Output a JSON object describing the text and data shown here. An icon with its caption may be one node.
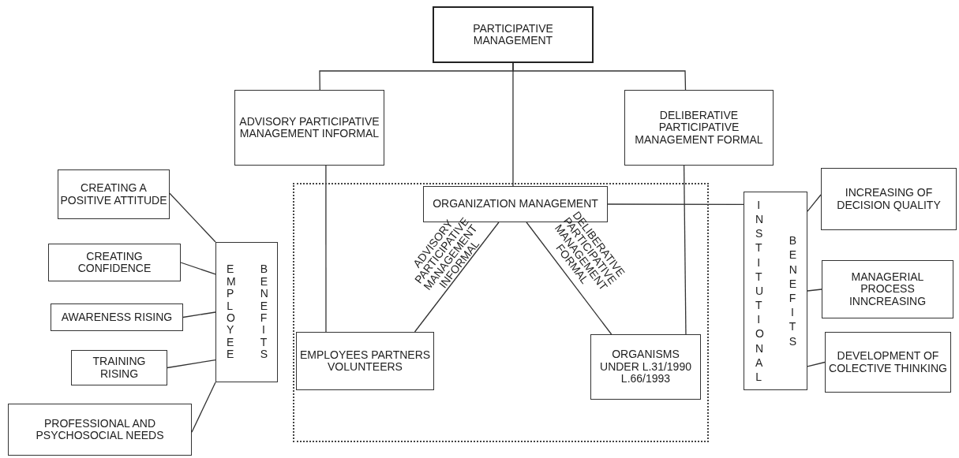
{
  "diagram": {
    "nodes": [
      {
        "text": [
          "PARTICIPATIVE MANAGEMENT"
        ]
      },
      {
        "text": [
          "ADVISORY PARTICIPATIVE MANAGEMENT INFORMAL"
        ]
      },
      {
        "text": [
          "DELIBERATIVE PARTICIPATIVE MANAGEMENT FORMAL"
        ]
      },
      {
        "text": [],
        "shape": "box"
      },
      {
        "text": [
          "ORGANIZATION MANAGEMENT"
        ],
        "in": 3
      },
      {
        "text": [
          "EMPLOYEES PARTNERS VOLUNTEERS"
        ],
        "in": 3
      },
      {
        "text": [
          "ORGANISMS UNDER L.31/1990 L.66/1993"
        ],
        "in": 3
      },
      {
        "text": [
          "CREATING A POSITIVE ATTITUDE"
        ]
      },
      {
        "text": [
          "CREATING CONFIDENCE"
        ]
      },
      {
        "text": [
          "AWARENESS RISING"
        ]
      },
      {
        "text": [
          "TRAINING RISING"
        ]
      },
      {
        "text": [
          "PROFESSIONAL AND PSYCHOSOCIAL NEEDS"
        ]
      },
      {
        "text": [
          "EMPLOYEE",
          "BENEFITS"
        ]
      },
      {
        "text": [
          "INSTITUTIONAL",
          "BENEFITS"
        ]
      },
      {
        "text": [
          "INCREASING OF DECISION QUALITY"
        ]
      },
      {
        "text": [
          "MANAGERIAL PROCESS INNCREASING"
        ]
      },
      {
        "text": [
          "DEVELOPMENT OF COLECTIVE THINKING"
        ]
      }
    ],
    "edges": [
      {
        "from": 0,
        "to": 1,
        "arrow": "none"
      },
      {
        "from": 0,
        "to": 2,
        "arrow": "none"
      },
      {
        "from": 0,
        "to": 4,
        "arrow": "none"
      },
      {
        "from": 1,
        "to": 5,
        "arrow": "none"
      },
      {
        "from": 2,
        "to": 6,
        "arrow": "none"
      },
      {
        "from": 4,
        "to": 5,
        "arrow": "none",
        "label": "ADVISORY PARTICIPATIVE MANAGEMENT INFORMAL"
      },
      {
        "from": 4,
        "to": 6,
        "arrow": "none",
        "label": "DELIBERATIVE PARTICIPATIVE MANAGEMENT FORMAL"
      },
      {
        "from": 4,
        "to": 13,
        "arrow": "none"
      },
      {
        "from": 7,
        "to": 12,
        "arrow": "none"
      },
      {
        "from": 8,
        "to": 12,
        "arrow": "none"
      },
      {
        "from": 9,
        "to": 12,
        "arrow": "none"
      },
      {
        "from": 10,
        "to": 12,
        "arrow": "none"
      },
      {
        "from": 11,
        "to": 12,
        "arrow": "none"
      },
      {
        "from": 13,
        "to": 14,
        "arrow": "none"
      },
      {
        "from": 13,
        "to": 15,
        "arrow": "none"
      },
      {
        "from": 13,
        "to": 16,
        "arrow": "none"
      }
    ]
  }
}
